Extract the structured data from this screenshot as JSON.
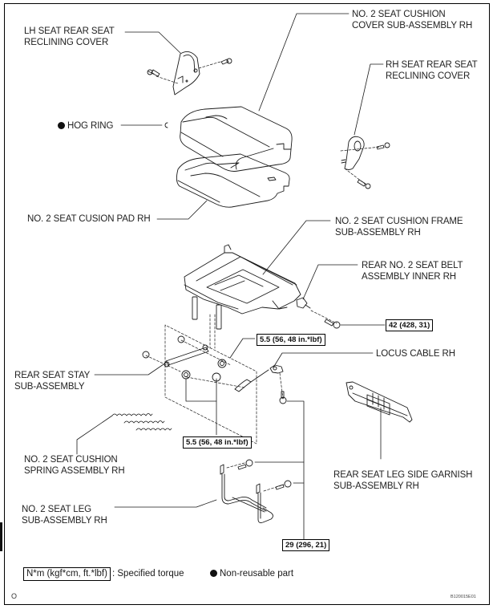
{
  "diagram": {
    "figure_id": "B120015E01",
    "page_marker": "O",
    "labels": {
      "lh_recline_cover": "LH SEAT REAR SEAT\nRECLINING COVER",
      "cushion_cover": "NO. 2 SEAT CUSHION\nCOVER SUB-ASSEMBLY RH",
      "hog_ring": "HOG RING",
      "rh_recline_cover": "RH SEAT REAR SEAT\nRECLINING COVER",
      "cushion_pad": "NO. 2 SEAT CUSION PAD RH",
      "cushion_frame": "NO. 2 SEAT CUSHION FRAME\nSUB-ASSEMBLY RH",
      "seat_belt": "REAR NO. 2 SEAT BELT\nASSEMBLY INNER RH",
      "locus_cable": "LOCUS CABLE RH",
      "seat_stay": "REAR SEAT STAY\nSUB-ASSEMBLY",
      "spring_assembly": "NO. 2 SEAT CUSHION\nSPRING ASSEMBLY RH",
      "leg_garnish": "REAR SEAT LEG SIDE GARNISH\nSUB-ASSEMBLY RH",
      "seat_leg": "NO. 2 SEAT LEG\nSUB-ASSEMBLY RH"
    },
    "torques": {
      "belt_bolt": "42 (428, 31)",
      "stay_upper": "5.5 (56, 48 in.*lbf)",
      "stay_lower": "5.5 (56, 48 in.*lbf)",
      "leg_bolts": "29 (296, 21)"
    },
    "legend": {
      "torque_unit": "N*m (kgf*cm, ft.*lbf)",
      "torque_desc": ": Specified torque",
      "non_reusable": "Non-reusable part"
    },
    "colors": {
      "line": "#1a1a1a",
      "part_fill": "#ffffff"
    }
  }
}
